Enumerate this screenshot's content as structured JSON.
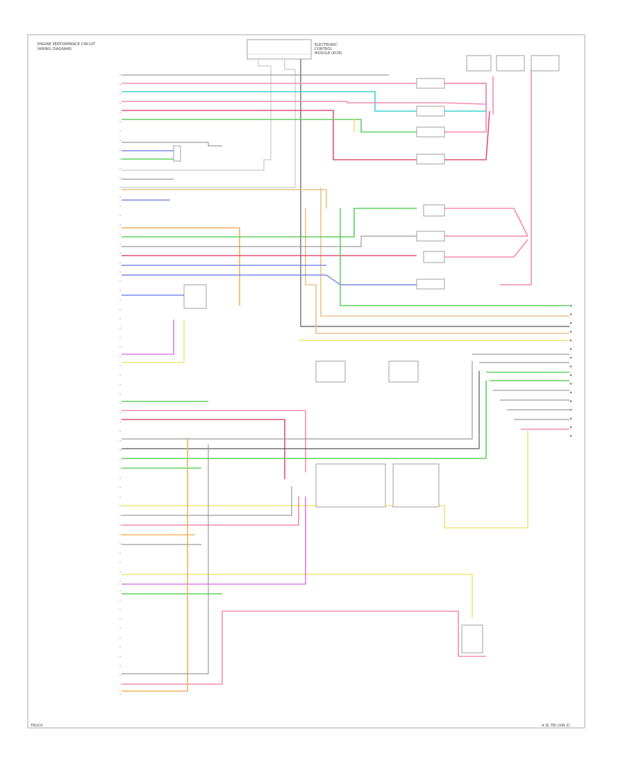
{
  "diagram": {
    "header_left": [
      "ENGINE PERFORMANCE CIRCUIT",
      "WIRING DIAGRAMS"
    ],
    "ecm_title": [
      "ELECTRONIC",
      "CONTROL",
      "MODULE (ECM)"
    ],
    "footer_left": "TRUCK",
    "footer_right": "4.3L TBI (VIN Z)",
    "colors": {
      "pink": "#f48bb0",
      "green": "#5fd05f",
      "cyan": "#3fd0d0",
      "yellow": "#f2e27a",
      "tan": "#e8c387",
      "red": "#e05070",
      "blue": "#7a88e8",
      "magenta": "#d87be8",
      "gray": "#9a9a9a",
      "dark": "#555555",
      "orange": "#f0b060",
      "lightgray": "#c8c8c8"
    }
  }
}
